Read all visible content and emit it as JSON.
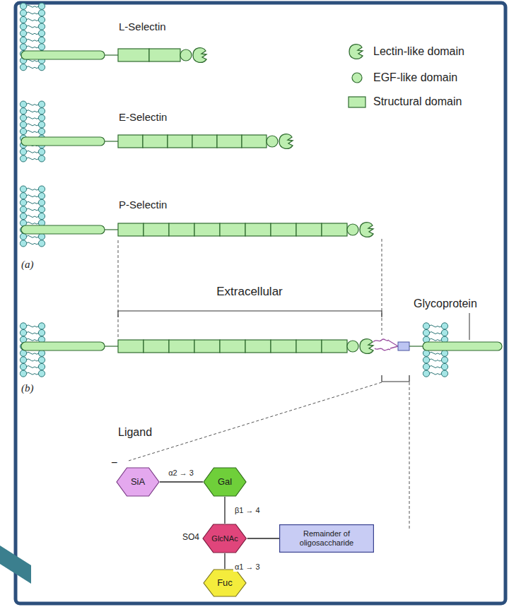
{
  "diagram": {
    "nodes": [
      {
        "text": [
          "SiA"
        ]
      },
      {
        "text": [
          "Gal"
        ]
      },
      {
        "text": [
          "GlcNAc"
        ]
      },
      {
        "text": [
          "Remainder of oligosaccharide"
        ]
      },
      {
        "text": [
          "Fuc"
        ]
      }
    ],
    "edges": [
      {
        "from": 0,
        "to": 1,
        "arrow": "none",
        "label": "α2 → 3"
      },
      {
        "from": 1,
        "to": 2,
        "arrow": "none",
        "label": "β1 → 4"
      },
      {
        "from": 2,
        "to": 3,
        "arrow": "none"
      },
      {
        "from": 2,
        "to": 4,
        "arrow": "none",
        "label": "α1 → 3"
      }
    ],
    "labels": [
      "L-Selectin",
      "E-Selectin",
      "P-Selectin",
      "(a)",
      "Extracellular",
      "Glycoprotein",
      "(b)",
      "Ligand",
      "−",
      "SO4"
    ],
    "legend": [
      {
        "text": "Lectin-like domain"
      },
      {
        "text": "EGF-like domain"
      },
      {
        "text": "Structural domain"
      }
    ]
  }
}
